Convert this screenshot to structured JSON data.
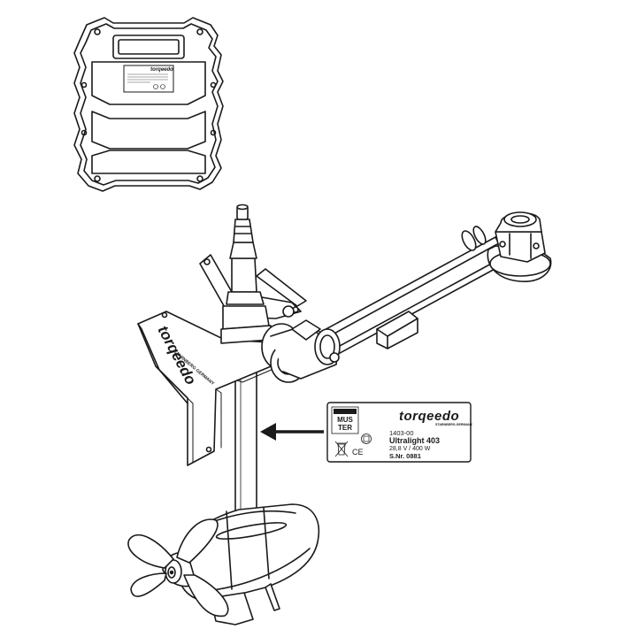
{
  "battery_label": {
    "brand": "torqeedo"
  },
  "motor": {
    "tiller_brand": "torqeedo",
    "tiller_tagline": "STARNBERG GERMANY"
  },
  "type_plate": {
    "brand": "torqeedo",
    "brand_sub": "STARNBERG-GERMANY",
    "muster_text": [
      "MUS",
      "TER"
    ],
    "part_number": "1403-00",
    "model": "Ultralight 403",
    "rating": "28,8 V / 400 W",
    "serial": "S.Nr. 0881",
    "ce_mark": "CE"
  },
  "colors": {
    "line": "#1a1a1a",
    "fill": "#ffffff",
    "shade": "#9a9a9a"
  }
}
